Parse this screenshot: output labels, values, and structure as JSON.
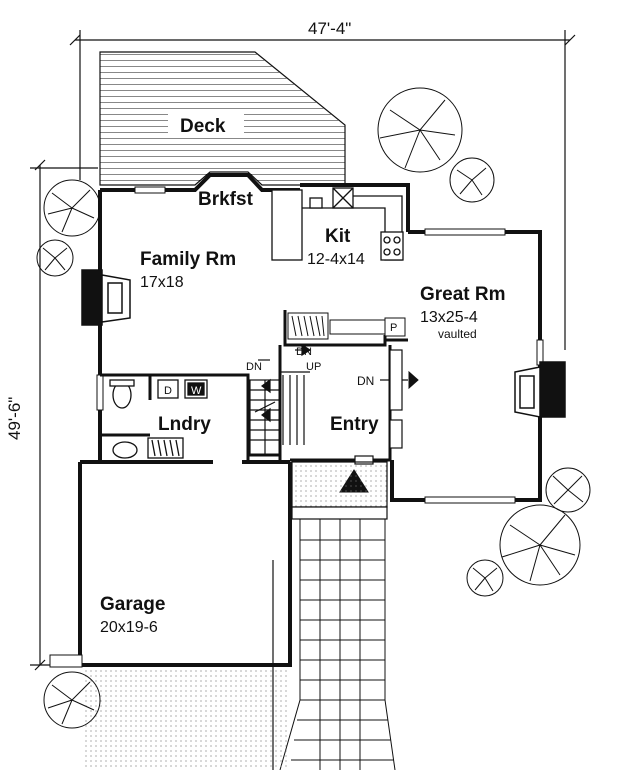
{
  "dimensions": {
    "width": "47'-4\"",
    "depth": "49'-6\""
  },
  "rooms": {
    "deck": {
      "name": "Deck"
    },
    "breakfast": {
      "name": "Brkfst"
    },
    "family": {
      "name": "Family Rm",
      "size": "17x18"
    },
    "kitchen": {
      "name": "Kit",
      "size": "12-4x14"
    },
    "great": {
      "name": "Great Rm",
      "size": "13x25-4",
      "note": "vaulted"
    },
    "laundry": {
      "name": "Lndry"
    },
    "entry": {
      "name": "Entry"
    },
    "garage": {
      "name": "Garage",
      "size": "20x19-6"
    }
  },
  "annotations": {
    "dn_left": "DN",
    "dn_mid": "DN",
    "up": "UP",
    "dn_entry": "DN",
    "pantry": "P",
    "dryer": "D",
    "washer": "W"
  }
}
